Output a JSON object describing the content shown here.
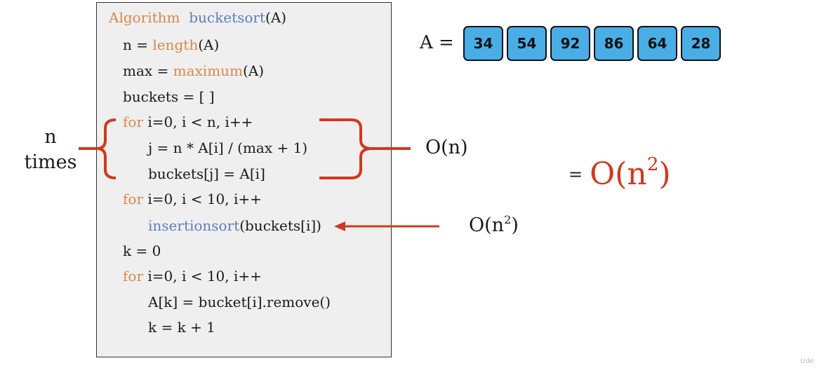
{
  "code": {
    "l1_kw": "Algorithm",
    "l1_fn": "bucketsort",
    "l1_rest": "(A)",
    "l2_a": "n = ",
    "l2_fn": "length",
    "l2_b": "(A)",
    "l3_a": "max = ",
    "l3_fn": "maximum",
    "l3_b": "(A)",
    "l4": "buckets = [ ]",
    "l5_kw": "for",
    "l5_rest": " i=0, i < n, i++",
    "l6": "j = n * A[i] / (max + 1)",
    "l7": "buckets[j] = A[i]",
    "l8_kw": "for",
    "l8_rest": " i=0, i < 10, i++",
    "l9_fn": "insertionsort",
    "l9_rest": "(buckets[i])",
    "l10": "k = 0",
    "l11_kw": "for",
    "l11_rest": " i=0, i < 10, i++",
    "l12": "A[k] = bucket[i].remove()",
    "l13": "k = k + 1"
  },
  "array": {
    "label": "A =",
    "values": [
      "34",
      "54",
      "92",
      "86",
      "64",
      "28"
    ]
  },
  "annotations": {
    "n_times_1": "n",
    "n_times_2": "times",
    "o_n": "O(n)",
    "o_n2_base": "O(n",
    "o_n2_exp": "2",
    "o_n2_close": ")",
    "result_eq": "=",
    "result_base": "O(n",
    "result_exp": "2",
    "result_close": ")"
  },
  "watermark": "Ude",
  "colors": {
    "keyword": "#d9874a",
    "function": "#5b7fbf",
    "accent_red": "#d0391f",
    "cell_fill": "#4aaee6",
    "code_bg": "#efefef"
  }
}
